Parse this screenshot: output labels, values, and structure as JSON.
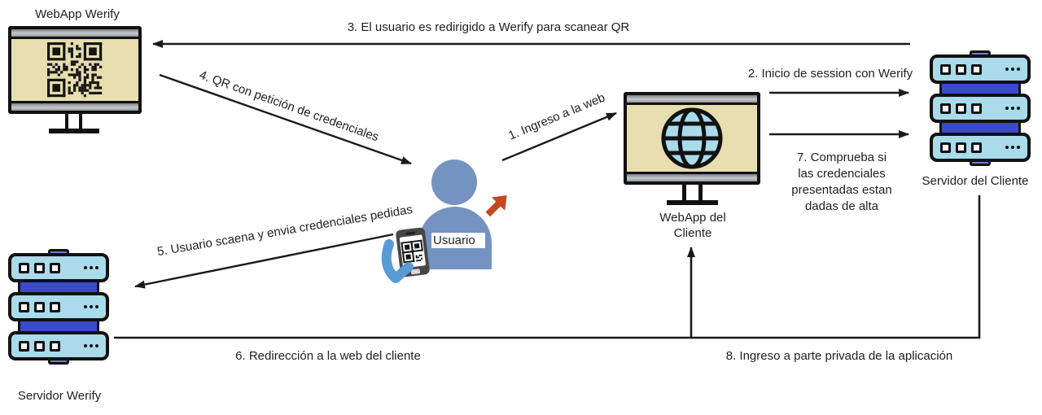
{
  "colors": {
    "ink": "#1f1f1f",
    "line": "#1a1a1a",
    "person_blue": "#7593C1",
    "hand_blue": "#5B9BD5",
    "arrow_orange": "#C6481E",
    "server_light": "#A9DBEB",
    "server_dark": "#3B4ACD",
    "server_tab": "#6D7AD4",
    "screen_beige": "#E7DDAE",
    "frame": "#111111"
  },
  "nodes": {
    "webapp_werify": {
      "label": "WebApp Werify"
    },
    "webapp_cliente": {
      "label": "WebApp del\nCliente"
    },
    "servidor_cliente": {
      "label": "Servidor del Cliente"
    },
    "servidor_werify": {
      "label": "Servidor Werify"
    },
    "usuario": {
      "label": "Usuario"
    }
  },
  "steps": {
    "s1": "1. Ingreso a la web",
    "s2": "2. Inicio de session con Werify",
    "s3": "3. El usuario es redirigido a Werify para scanear QR",
    "s4": "4. QR con petición de credenciales",
    "s5": "5. Usuario scaena y envia credenciales pedidas",
    "s6": "6. Redirección a la web del cliente",
    "s7": "7. Comprueba si\nlas credenciales\npresentadas estan\ndadas de alta",
    "s8": "8. Ingreso a parte privada de la aplicación"
  }
}
